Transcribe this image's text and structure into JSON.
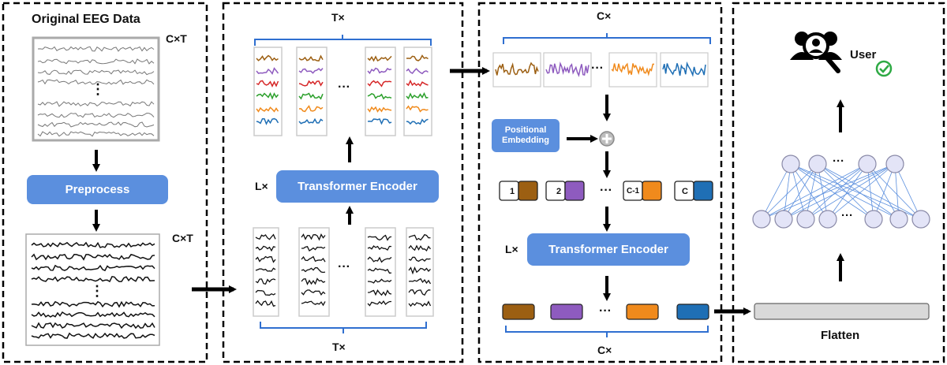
{
  "panel1": {
    "title": "Original EEG Data",
    "dim_top": "C×T",
    "dim_bottom": "C×T",
    "preprocess_label": "Preprocess",
    "ellipsis": "⋮"
  },
  "panel2": {
    "top_brace": "T×",
    "bottom_brace": "T×",
    "encoder_label": "Transformer Encoder",
    "repeat_label": "L×",
    "dots": "···"
  },
  "panel3": {
    "top_brace": "C×",
    "bottom_brace": "C×",
    "pos_embedding_label": "Positional Embedding",
    "encoder_label": "Transformer Encoder",
    "repeat_label": "L×",
    "tokens": [
      "1",
      "2",
      "C-1",
      "C"
    ],
    "dots": "···"
  },
  "panel4": {
    "user_label": "User",
    "flatten_label": "Flatten",
    "dots": "···"
  },
  "colors": {
    "accent_blue": "#5b8fde",
    "brace_blue": "#2f6fd0",
    "channel_brown": "#9c5f12",
    "channel_purple": "#8e5bbf",
    "channel_orange": "#f08a1c",
    "channel_blue": "#1f6fb5",
    "channel_red": "#d62728",
    "channel_green": "#2ca02c",
    "check_green": "#2eaa44"
  },
  "icons": [
    "plus-circle-icon",
    "user-search-icon",
    "check-circle-icon"
  ]
}
